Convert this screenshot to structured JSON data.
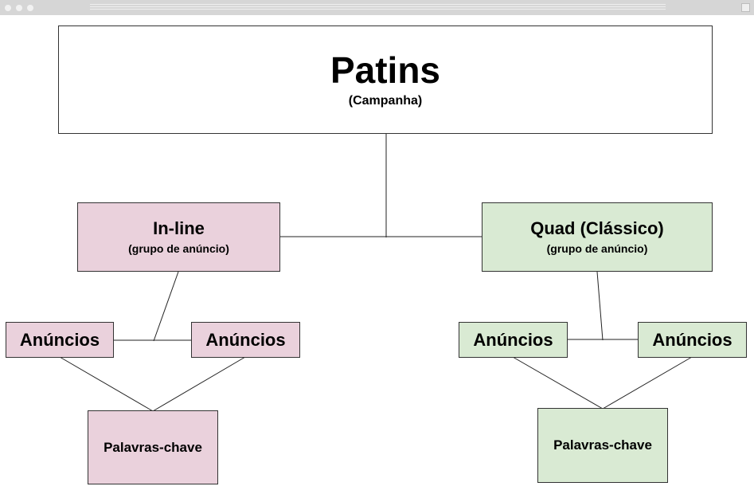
{
  "campaign": {
    "title": "Patins",
    "subtitle": "(Campanha)"
  },
  "groups": [
    {
      "title": "In-line",
      "subtitle": "(grupo de anúncio)",
      "ads": [
        "Anúncios",
        "Anúncios"
      ],
      "keywords": "Palavras-chave",
      "color": "#ead1dc"
    },
    {
      "title": "Quad (Clássico)",
      "subtitle": "(grupo de anúncio)",
      "ads": [
        "Anúncios",
        "Anúncios"
      ],
      "keywords": "Palavras-chave",
      "color": "#d9ead3"
    }
  ],
  "colors": {
    "border": "#333333",
    "line": "#222222",
    "browser_bar": "#d6d6d6"
  }
}
